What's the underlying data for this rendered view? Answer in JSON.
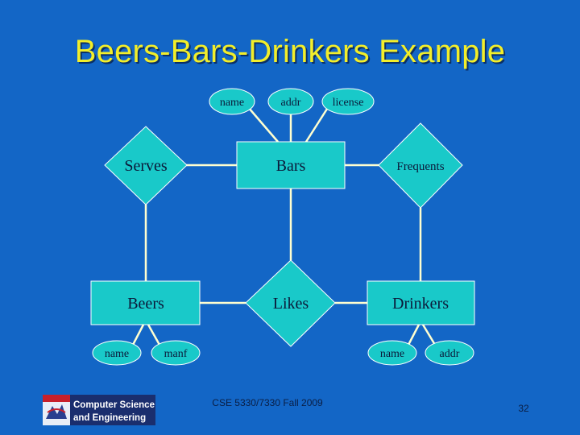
{
  "slide": {
    "title": "Beers-Bars-Drinkers Example",
    "footer": "CSE 5330/7330 Fall 2009",
    "page_number": "32"
  },
  "diagram": {
    "entities": {
      "bars": "Bars",
      "beers": "Beers",
      "drinkers": "Drinkers"
    },
    "relationships": {
      "serves": "Serves",
      "frequents": "Frequents",
      "likes": "Likes"
    },
    "attributes": {
      "bars_name": "name",
      "bars_addr": "addr",
      "bars_license": "license",
      "beers_name": "name",
      "beers_manf": "manf",
      "drinkers_name": "name",
      "drinkers_addr": "addr"
    }
  },
  "logo": {
    "line1": "Computer Science",
    "line2": "and Engineering"
  },
  "colors": {
    "background": "#1366c6",
    "title": "#f2ee2a",
    "shape_fill": "#19c9c9",
    "edge": "#ffffd0"
  }
}
